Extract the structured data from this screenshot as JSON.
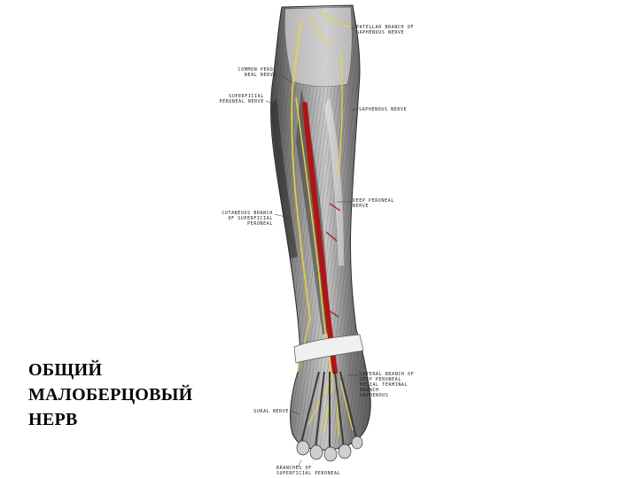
{
  "labels": {
    "patellar_branch": [
      "PATELLAR BRANCH OF",
      "SAPHENOUS NERVE"
    ],
    "common_peroneal": [
      "COMMON PERO-",
      "NEAL NERVE"
    ],
    "superficial_peroneal": [
      "SUPERFICIAL",
      "PERONEAL NERVE"
    ],
    "saphenous": [
      "SAPHENOUS NERVE"
    ],
    "deep_peroneal": [
      "DEEP PERONEAL",
      "NERVE"
    ],
    "cutaneous_branch": [
      "CUTANEOUS BRANCH",
      "OF SUPERFICIAL",
      "PERONEAL"
    ],
    "lateral_branch": [
      "LATERAL BRANCH OF",
      "DEEP PERONEAL",
      "MEDIAL TERMINAL",
      "BRANCH",
      "SAPHENOUS"
    ],
    "sural": [
      "SURAL NERVE"
    ],
    "branches_superficial": [
      "BRANCHES OF",
      "SUPERFICIAL PERONEAL"
    ]
  },
  "title_lines": [
    "ОБЩИЙ",
    "МАЛОБЕРЦОВЫЙ",
    "НЕРВ"
  ],
  "colors": {
    "nerve": "#e8d53a",
    "artery": "#b01515",
    "muscle_dark": "#5a5a5a",
    "muscle_light": "#d8d8d8",
    "background": "#ffffff",
    "title": "#000000"
  }
}
